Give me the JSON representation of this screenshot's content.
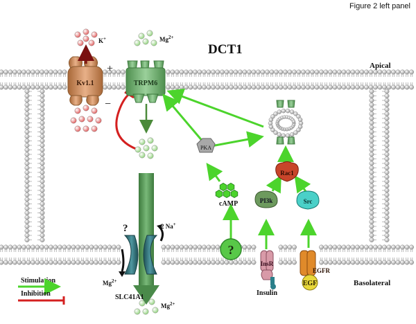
{
  "figure_caption": "Figure 2 left panel",
  "cell_title": "DCT1",
  "membranes": {
    "apical": "Apical",
    "basolateral": "Basolateral"
  },
  "channels": {
    "kv11": "Kv1.1",
    "k_ion": "K",
    "k_charge": "+",
    "trpm6": "TRPM6",
    "mg_top": "Mg",
    "mg_top_charge": "2+",
    "slc41a1": "SLC41A1",
    "na_label": "2 Na",
    "na_charge": "+",
    "mg_left": "Mg",
    "mg_left_charge": "2+",
    "mg_bottom": "Mg",
    "mg_bottom_charge": "2+",
    "unknown_exchanger": "?"
  },
  "regulators": {
    "plus_sign": "+",
    "minus_sign": "−",
    "pka": "PKA",
    "camp": "cAMP",
    "unknown_receptor": "?",
    "pi3k": "PI3k",
    "src": "Src",
    "rac1": "Rac1",
    "insr": "InsR",
    "insulin": "Insulin",
    "egfr": "EGFR",
    "egf": "EGF"
  },
  "legend": {
    "stimulation": "Stimulation",
    "inhibition": "Inhibition"
  },
  "colors": {
    "stimulation": "#4cd42c",
    "inhibition": "#d42020",
    "trpm6": "#6aa86a",
    "kv11": "#c98a5a",
    "mg_ion": "#8fd17a",
    "k_ion": "#e05858",
    "slc41a1": "#2d6f77",
    "rac1": "#c8452a",
    "src": "#4ad0c8",
    "pi3k": "#6d9a5e",
    "egfr": "#e08a2a",
    "egf": "#e8d83a",
    "insr": "#d89aa8",
    "pka": "#a8a8a8",
    "lipid": "#c8c8c8"
  }
}
